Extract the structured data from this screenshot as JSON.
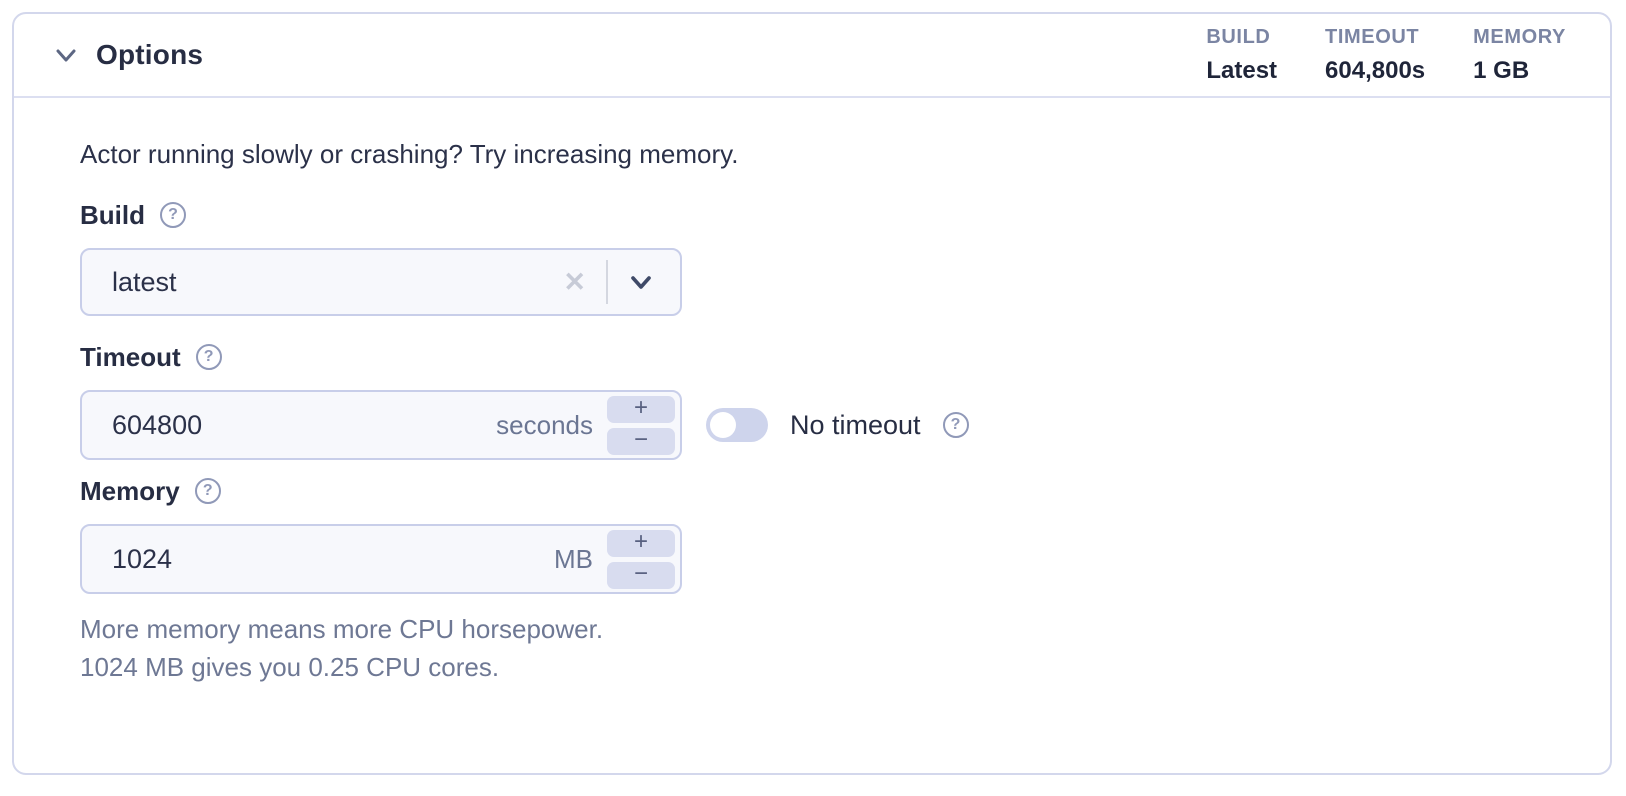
{
  "panel": {
    "title": "Options",
    "summary": [
      {
        "label": "BUILD",
        "value": "Latest"
      },
      {
        "label": "TIMEOUT",
        "value": "604,800s"
      },
      {
        "label": "MEMORY",
        "value": "1 GB"
      }
    ],
    "intro": "Actor running slowly or crashing? Try increasing memory.",
    "fields": {
      "build": {
        "label": "Build",
        "value": "latest"
      },
      "timeout": {
        "label": "Timeout",
        "value": "604800",
        "unit": "seconds",
        "toggle_label": "No timeout",
        "toggle_state": "off"
      },
      "memory": {
        "label": "Memory",
        "value": "1024",
        "unit": "MB",
        "helper_line1": "More memory means more CPU horsepower.",
        "helper_line2": "1024 MB gives you 0.25 CPU cores."
      }
    },
    "icons": {
      "help_glyph": "?",
      "clear_glyph": "✕",
      "plus_glyph": "+",
      "minus_glyph": "−"
    },
    "colors": {
      "panel_border": "#d3d7ec",
      "header_divider": "#dcdff1",
      "title_text": "#272d43",
      "stat_label": "#7b85a3",
      "stat_value": "#1f2539",
      "input_bg": "#f7f8fc",
      "input_border": "#c8cee9",
      "unit_text": "#6b7693",
      "stepper_bg": "#d8dcef",
      "toggle_track": "#ced4ec",
      "helper_text": "#6e7894"
    }
  }
}
